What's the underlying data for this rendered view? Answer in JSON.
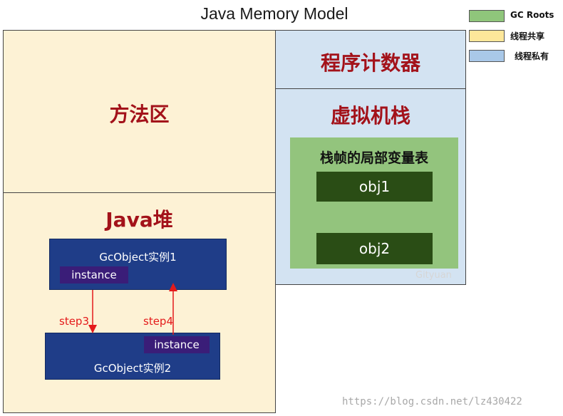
{
  "title": "Java Memory Model",
  "legend": [
    {
      "label": "GC Roots",
      "color": "#8fc67b"
    },
    {
      "label": "线程共享",
      "color": "#fde79a"
    },
    {
      "label": "线程私有",
      "color": "#a9c8e8"
    }
  ],
  "method_area": {
    "label": "方法区"
  },
  "heap": {
    "label": "Java堆",
    "obj1": {
      "label": "GcObject实例1",
      "field": "instance"
    },
    "obj2": {
      "label": "GcObject实例2",
      "field": "instance"
    },
    "step3": "step3",
    "step4": "step4"
  },
  "pc_register": {
    "label": "程序计数器"
  },
  "vm_stack": {
    "label": "虚拟机栈",
    "frame": {
      "label": "栈帧的局部变量表",
      "slots": [
        "obj1",
        "obj2"
      ]
    }
  },
  "watermark": "Gityuan",
  "source_url": "https://blog.csdn.net/lz430422",
  "colors": {
    "shared": "#fdf2d5",
    "private": "#d3e3f2",
    "gc_roots": "#93c47d",
    "heap_object": "#1f3d88",
    "arrow": "#e41b1b",
    "region_title": "#a3121a"
  }
}
